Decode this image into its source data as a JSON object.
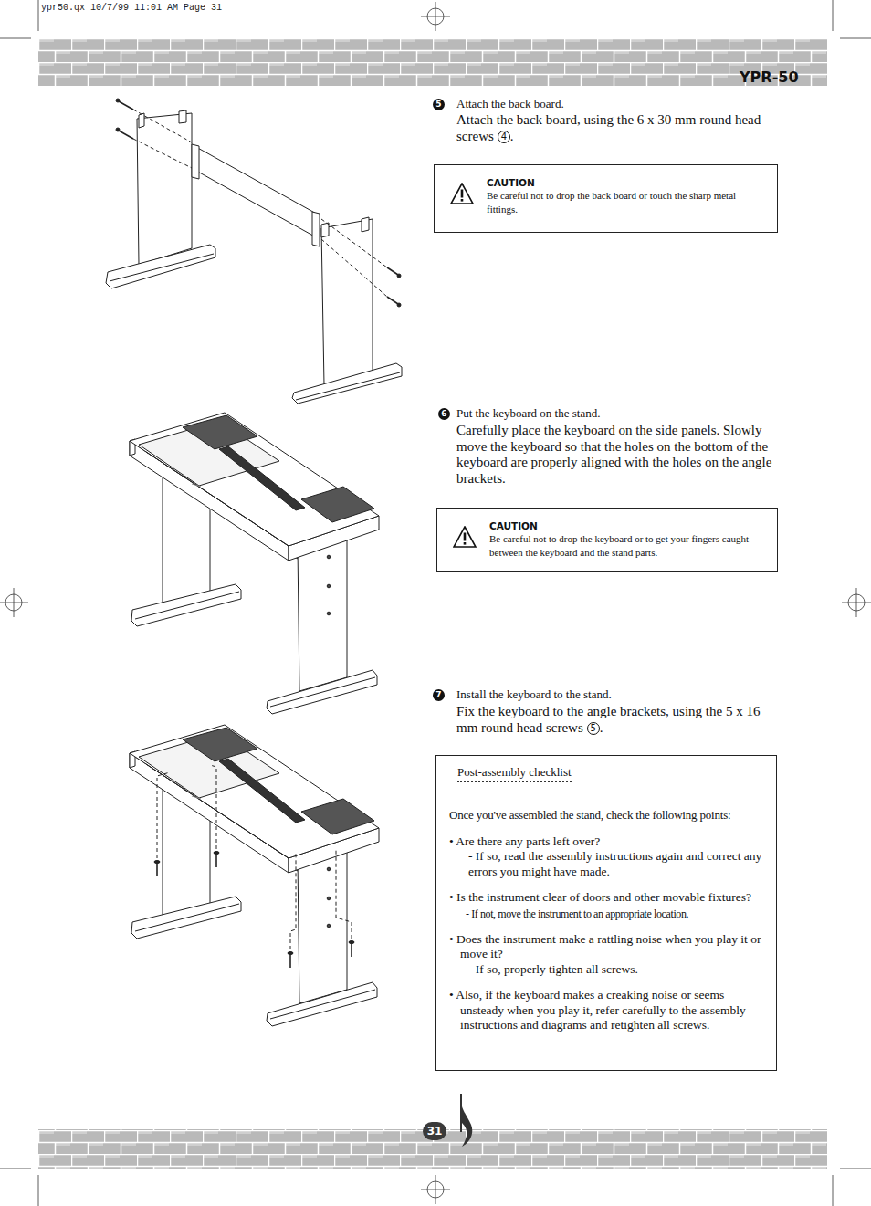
{
  "diagram": {
    "nodes": [
      {
        "text": [
          "CAUTION",
          "Be careful not to drop the back board or touch the sharp metal fittings."
        ]
      },
      {
        "text": [
          "CAUTION",
          "Be careful not to drop the keyboard or to get your fingers caught between the keyboard and the stand parts."
        ]
      },
      {
        "text": [
          "Post-assembly checklist",
          "Once you've assembled the stand, check the following points:",
          "• Are there any parts left over?",
          "- If so, read the assembly instructions again and correct any errors you might have made.",
          "• Is the instrument clear of doors and other movable fixtures?",
          "- If not, move the instrument to an appropriate location.",
          "• Does the instrument make a rattling noise when you play it or move it?",
          "- If so, properly tighten all screws.",
          "• Also, if the keyboard makes a creaking noise or seems unsteady when you play it, refer carefully to the assembly instructions and diagrams and retighten all screws."
        ]
      }
    ],
    "labels": [
      "ypr50.qx 10/7/99 11:01 AM Page 31",
      "YPR-50",
      "5",
      "Attach the back board.",
      "Attach the back board, using the 6 x 30 mm round head screws",
      "4",
      ".",
      "6",
      "Put the keyboard on the stand.",
      "Carefully place the keyboard on the side panels. Slowly move the keyboard so that the holes on the bottom of the keyboard are properly aligned with the holes on the angle brackets.",
      "7",
      "Install the keyboard to the stand.",
      "Fix the keyboard to the angle brackets, using the 5 x 16 mm round head screws",
      "5",
      ".",
      "31"
    ]
  }
}
